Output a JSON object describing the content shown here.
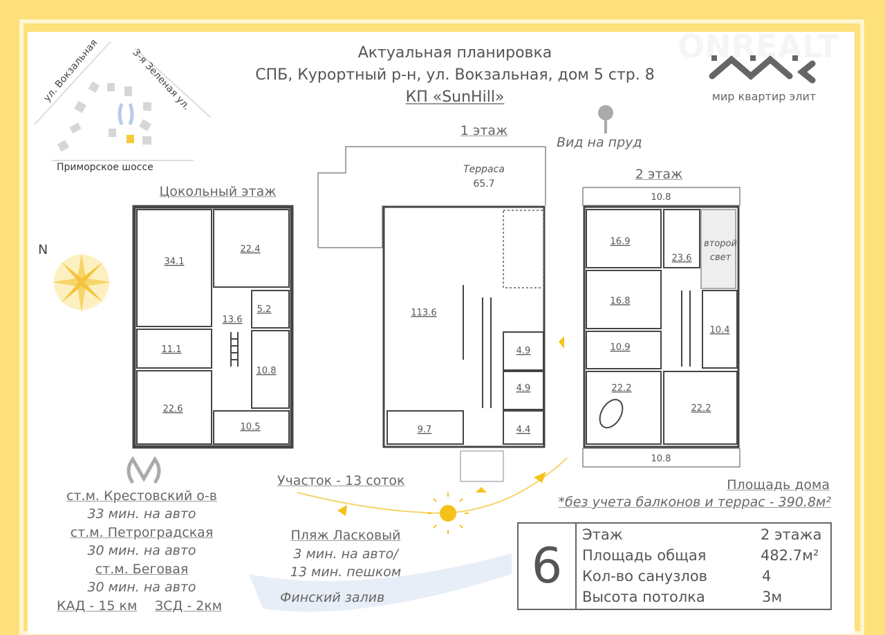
{
  "header": {
    "line1": "Актуальная планировка",
    "line2": "СПБ, Курортный р-н, ул. Вокзальная, дом 5 стр. 8",
    "line3": "КП «SunHill»"
  },
  "logo": {
    "text": "мир квартир элит",
    "watermark": "ONREALT"
  },
  "map": {
    "street1": "ул. Вокзальная",
    "street2": "3-я Зеленая ул.",
    "street3": "Приморское шоссе"
  },
  "compass": {
    "label": "N"
  },
  "view": {
    "label": "Вид на пруд"
  },
  "floors": {
    "basement": {
      "title": "Цокольный этаж",
      "rooms": [
        "34.1",
        "22.4",
        "13.6",
        "5.2",
        "11.1",
        "10.8",
        "22.6",
        "10.5"
      ]
    },
    "first": {
      "title": "1 этаж",
      "terrace_label": "Терраса",
      "terrace_area": "65.7",
      "rooms": [
        "113.6",
        "4.9",
        "4.9",
        "9.7",
        "4.4"
      ]
    },
    "second": {
      "title": "2 этаж",
      "balcony_top": "10.8",
      "balcony_bottom": "10.8",
      "second_light_1": "второй",
      "second_light_2": "свет",
      "rooms": [
        "16.9",
        "23.6",
        "16.8",
        "10.4",
        "10.9",
        "22.2",
        "22.2"
      ]
    }
  },
  "metro": [
    {
      "station": "ст.м. Крестовский о-в",
      "time": "33 мин. на авто"
    },
    {
      "station": "ст.м. Петроградская",
      "time": "30 мин. на авто"
    },
    {
      "station": "ст.м. Беговая",
      "time": "30 мин. на авто"
    }
  ],
  "roads": {
    "kad": "КАД - 15 км",
    "zsd": "ЗСД - 2км"
  },
  "plot": "Участок - 13 соток",
  "beach": {
    "name": "Пляж Ласковый",
    "line1": "3 мин. на авто/",
    "line2": "13 мин. пешком"
  },
  "gulf": "Финский залив",
  "house_area": {
    "title": "Площадь дома",
    "note": "*без учета балконов и террас - 390.8м²"
  },
  "info": {
    "number": "6",
    "rows": [
      {
        "label": "Этаж",
        "value": "2 этажа"
      },
      {
        "label": "Площадь общая",
        "value": "482.7м²"
      },
      {
        "label": "Кол-во санузлов",
        "value": "4"
      },
      {
        "label": "Высота потолка",
        "value": "3м"
      }
    ]
  },
  "colors": {
    "bg": "#fde07a",
    "wall": "#444444",
    "sun": "#f6c21a"
  }
}
